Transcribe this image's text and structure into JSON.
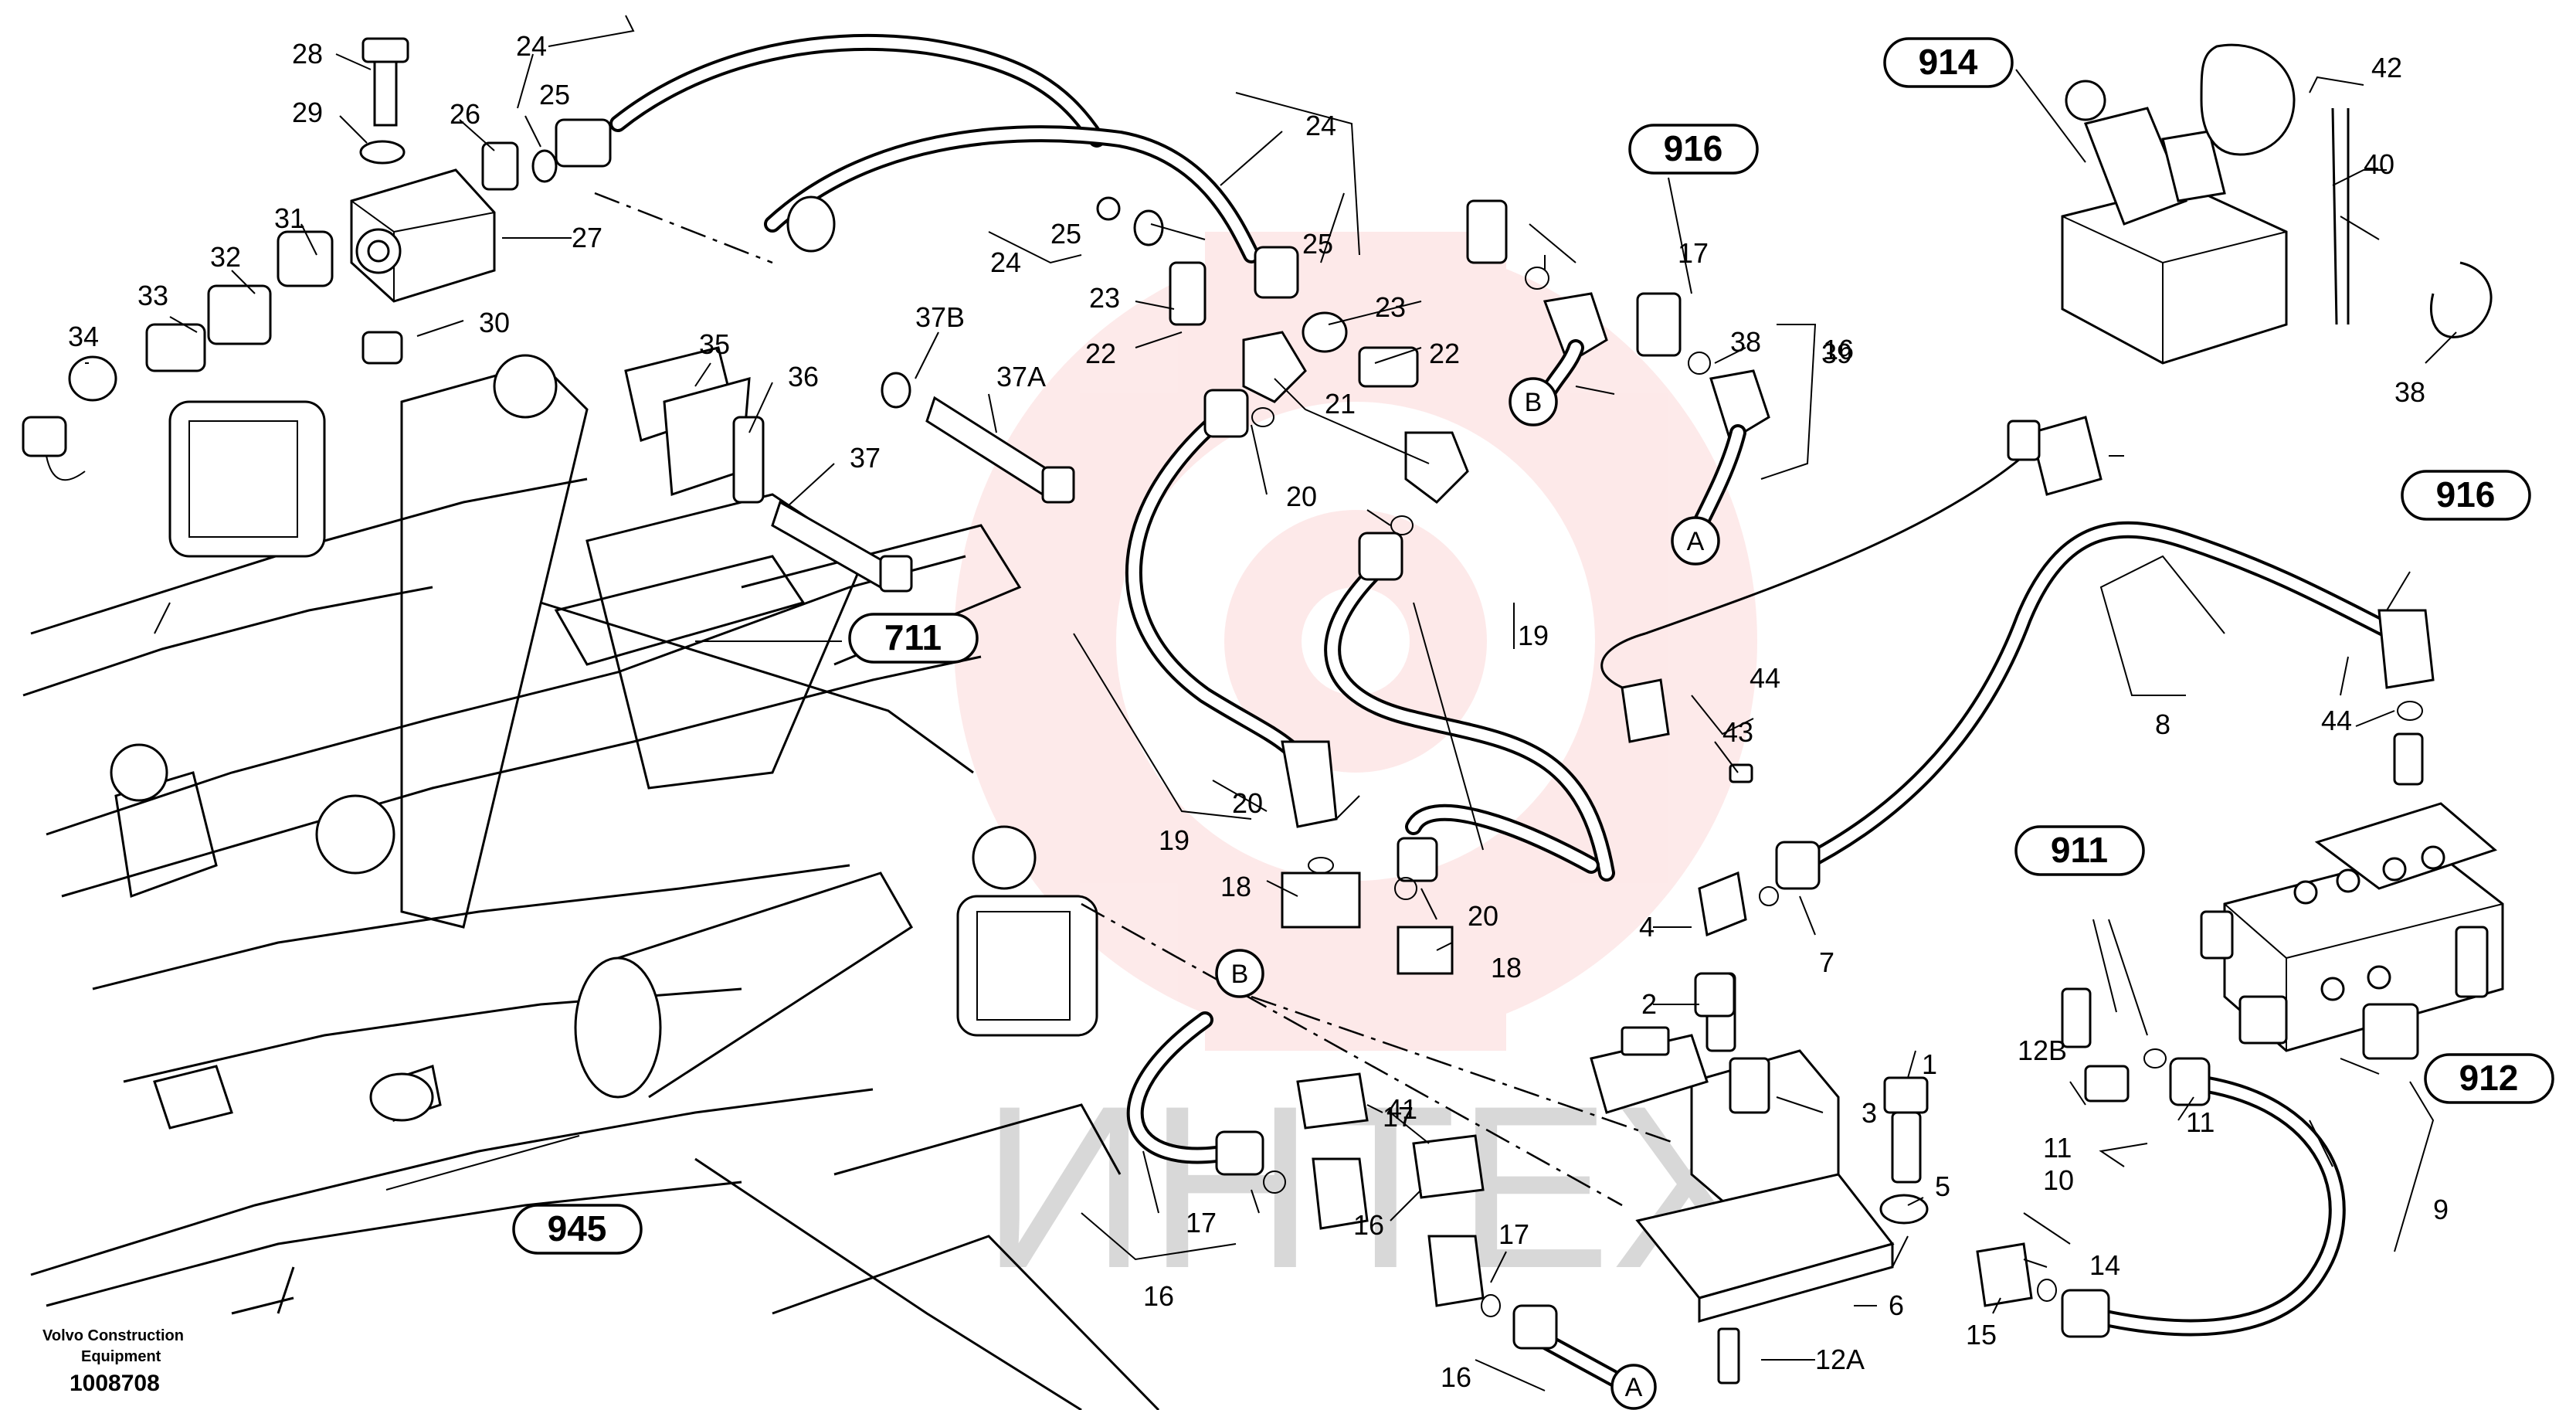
{
  "watermark_text": "ИНТЕХ",
  "footer": {
    "line1": "Volvo Construction",
    "line2": "Equipment",
    "code": "1008708"
  },
  "ref_boxes": [
    "914",
    "916",
    "916",
    "711",
    "911",
    "912",
    "945"
  ],
  "connector_letters": [
    "B",
    "A",
    "B",
    "A"
  ],
  "part_labels": [
    "28",
    "29",
    "26",
    "25",
    "24",
    "27",
    "31",
    "32",
    "33",
    "34",
    "30",
    "35",
    "36",
    "37",
    "37B",
    "37A",
    "24",
    "25",
    "24",
    "23",
    "22",
    "25",
    "23",
    "22",
    "21",
    "20",
    "19",
    "20",
    "19",
    "18",
    "20",
    "18",
    "17",
    "16",
    "17",
    "16",
    "38",
    "39",
    "44",
    "43",
    "44",
    "8",
    "7",
    "4",
    "2",
    "3",
    "1",
    "5",
    "6",
    "12A",
    "12B",
    "11",
    "10",
    "11",
    "9",
    "14",
    "15",
    "17",
    "16",
    "17",
    "16",
    "41",
    "42",
    "40",
    "38"
  ]
}
